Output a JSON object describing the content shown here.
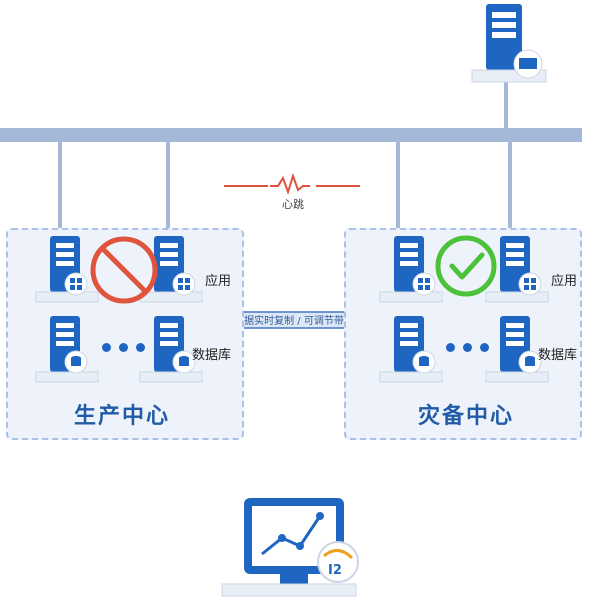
{
  "heartbeat": {
    "label": "心跳"
  },
  "sync": {
    "label": "数据实时复制 / 可调节带宽"
  },
  "production": {
    "title": "生产中心",
    "app_label": "应用",
    "db_label": "数据库",
    "status": "failed"
  },
  "disaster": {
    "title": "灾备中心",
    "app_label": "应用",
    "db_label": "数据库",
    "status": "ok"
  },
  "colors": {
    "bus": "#a6b8d8",
    "failed": "#e0533d",
    "ok": "#4cc13a",
    "server": "#1f66c2",
    "accent": "#1f5ba6"
  },
  "icons": [
    "server-icon",
    "windows-badge-icon",
    "database-badge-icon",
    "monitor-badge-icon",
    "forbidden-icon",
    "checkmark-icon",
    "monitor-icon",
    "chart-line-icon",
    "i2-logo-icon"
  ]
}
